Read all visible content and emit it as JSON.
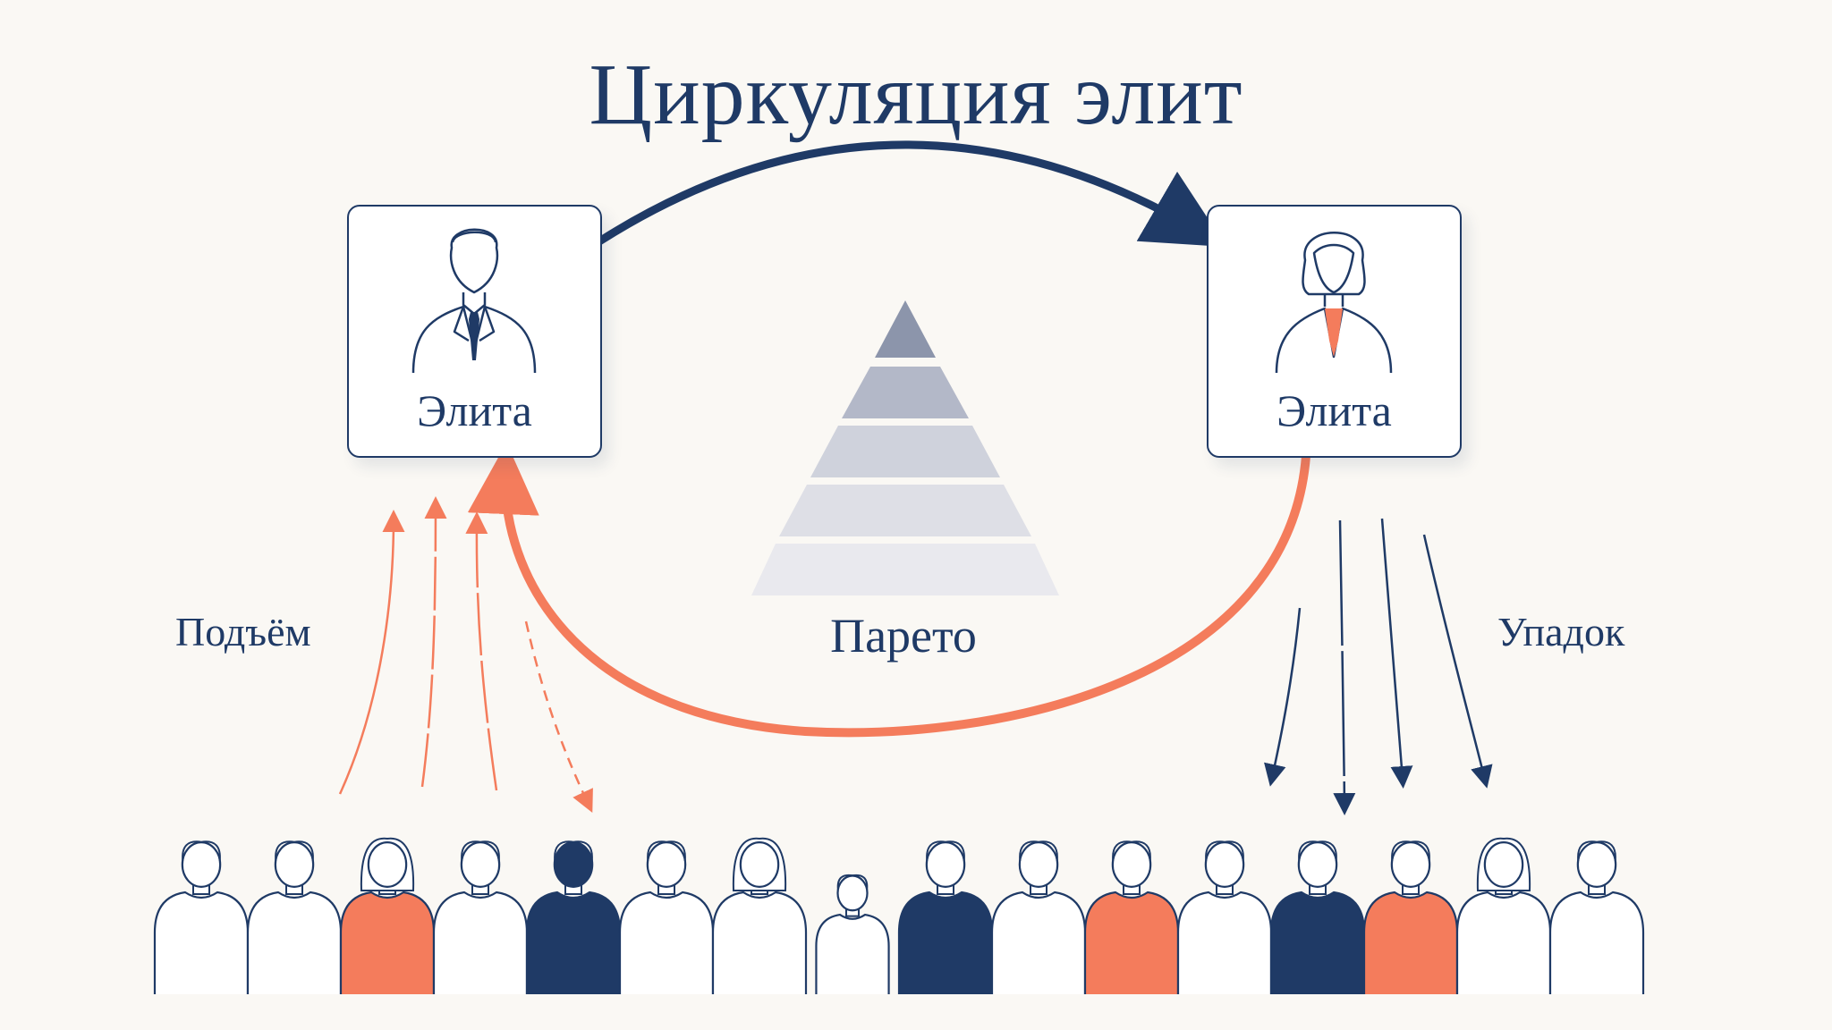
{
  "title": "Циркуляция элит",
  "left_card": {
    "label": "Элита",
    "icon": "man-in-suit-icon"
  },
  "right_card": {
    "label": "Элита",
    "icon": "woman-in-suit-icon"
  },
  "labels": {
    "rise": "Подъём",
    "pareto": "Парето",
    "decline": "Упадок"
  },
  "colors": {
    "navy": "#1f3a66",
    "coral": "#f47c5c",
    "pyramid": [
      "#8c95ab",
      "#b3b8c8",
      "#cfd2dc",
      "#dedfe6",
      "#e9e9ee"
    ]
  },
  "crowd": {
    "figures": [
      {
        "kind": "man",
        "fill": "none"
      },
      {
        "kind": "man",
        "fill": "none"
      },
      {
        "kind": "woman",
        "fill": "coral"
      },
      {
        "kind": "man",
        "fill": "none"
      },
      {
        "kind": "man",
        "fill": "navy"
      },
      {
        "kind": "man",
        "fill": "none"
      },
      {
        "kind": "woman",
        "fill": "none"
      },
      {
        "kind": "child",
        "fill": "none"
      },
      {
        "kind": "man",
        "fill": "navy"
      },
      {
        "kind": "man",
        "fill": "none"
      },
      {
        "kind": "man",
        "fill": "coral"
      },
      {
        "kind": "man",
        "fill": "none"
      },
      {
        "kind": "man",
        "fill": "navy"
      },
      {
        "kind": "man",
        "fill": "coral"
      },
      {
        "kind": "woman",
        "fill": "none"
      },
      {
        "kind": "man",
        "fill": "none"
      }
    ]
  }
}
